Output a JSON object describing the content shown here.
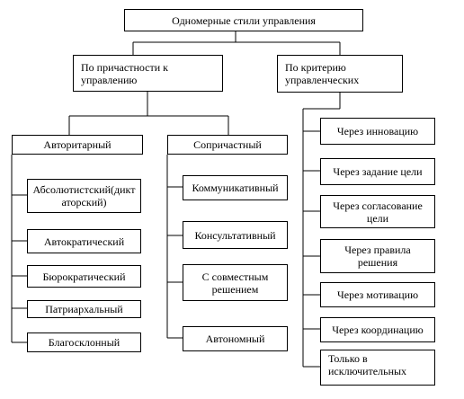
{
  "title": "Одномерные стили управления",
  "by_participation": {
    "title": "По причастности к управлению",
    "authoritarian": {
      "title": "Авторитарный",
      "items": [
        "Абсолютистский(диктаторский)",
        "Автократический",
        "Бюрократический",
        "Патриархальный",
        "Благосклонный"
      ]
    },
    "participative": {
      "title": "Сопричастный",
      "items": [
        "Коммуникативный",
        "Консультативный",
        "С совместным решением",
        "Автономный"
      ]
    }
  },
  "by_criterion": {
    "title": "По критерию управленческих",
    "items": [
      "Через инновацию",
      "Через задание цели",
      "Через согласование цели",
      "Через правила решения",
      "Через мотивацию",
      "Через координацию",
      "Только в исключительных"
    ]
  }
}
